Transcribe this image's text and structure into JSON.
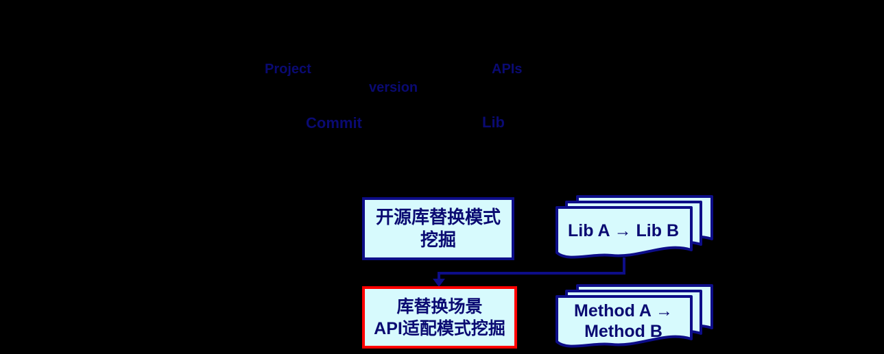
{
  "colors": {
    "background": "#000000",
    "navy_text": "#0a0a72",
    "navy_border": "#0d0d88",
    "shape_fill": "#d7fafd",
    "highlight_border": "#ff0000"
  },
  "entity_labels": {
    "project": "Project",
    "version": "version",
    "apis": "APIs",
    "commit": "Commit",
    "lib": "Lib"
  },
  "flow": {
    "step1_box": {
      "line1": "开源库替换模式",
      "line2": "挖掘"
    },
    "lib_pairs_doc": {
      "label": "Lib A → Lib B"
    },
    "step2_box": {
      "line1": "库替换场景",
      "line2": "API适配模式挖掘"
    },
    "method_pairs_doc": {
      "line1": "Method A →",
      "line2": "Method B"
    }
  }
}
